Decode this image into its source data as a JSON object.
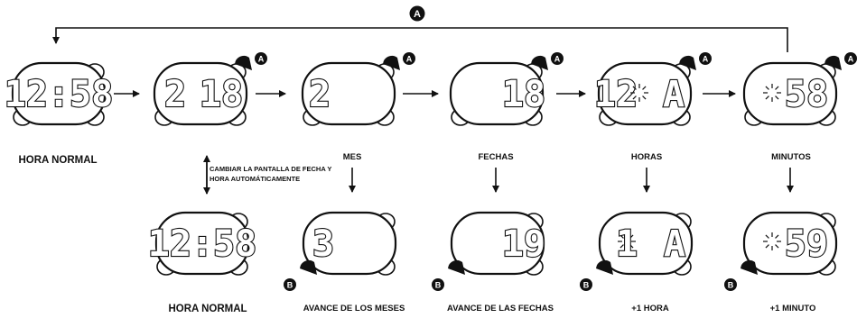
{
  "button_a": "A",
  "button_b": "B",
  "normal_time_label": "HORA NORMAL",
  "normal_time_bottom_label": "HORA NORMAL",
  "note_line1": "CAMBIAR LA PANTALLA DE FECHA Y",
  "note_line2": "HORA AUTOMÁTICAMENTE",
  "labels": {
    "month": "MES",
    "dates": "FECHAS",
    "hours": "HORAS",
    "minutes": "MINUTOS",
    "month_advance": "AVANCE DE LOS MESES",
    "date_advance": "AVANCE DE LAS FECHAS",
    "plus_hour": "+1 HORA",
    "plus_minute": "+1 MINUTO"
  },
  "displays": {
    "normal_time": "12:58",
    "date_mode_month": "2",
    "date_mode_day": "18",
    "month": "2",
    "date": "18",
    "hour_value": "12",
    "hour_suffix": "A",
    "minute_value": "58",
    "normal_time_bottom": "12:58",
    "month_advanced": "3",
    "date_advanced": "19",
    "hour_advanced": "1",
    "hour_advanced_suffix": "A",
    "minute_advanced": "59"
  }
}
